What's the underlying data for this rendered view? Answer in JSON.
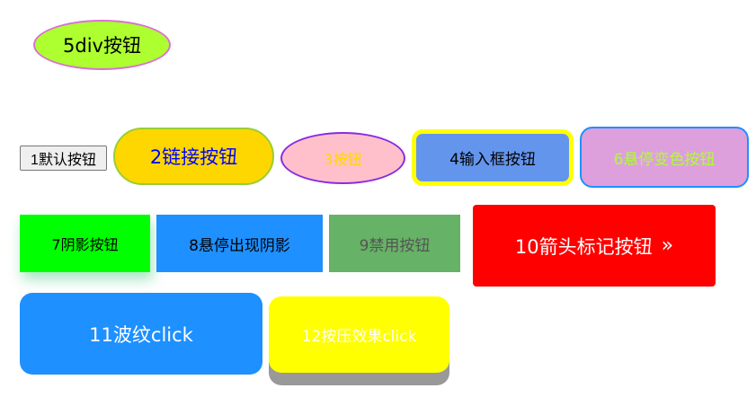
{
  "buttons": {
    "div_button": "5div按钮",
    "default_button": "1默认按钮",
    "link_button": "2链接按钮",
    "button3": "3按钮",
    "input_button": "4输入框按钮",
    "hover_color_button": "6悬停变色按钮",
    "shadow_button": "7阴影按钮",
    "hover_shadow_button": "8悬停出现阴影",
    "disabled_button": "9禁用按钮",
    "arrow_button": "10箭头标记按钮",
    "arrow_glyph": "»",
    "ripple_button": "11波纹click",
    "press_button": "12按压效果click"
  },
  "colors": {
    "green_yellow": "#adff2f",
    "orchid": "#da70d6",
    "gold": "#ffd700",
    "pink": "#ffc0cb",
    "cornflower": "#6495ed",
    "plum": "#dda0dd",
    "lime": "#00ff00",
    "dodger_blue": "#1e90ff",
    "disabled_green": "#66b266",
    "red": "#ff0000",
    "yellow": "#ffff00"
  }
}
